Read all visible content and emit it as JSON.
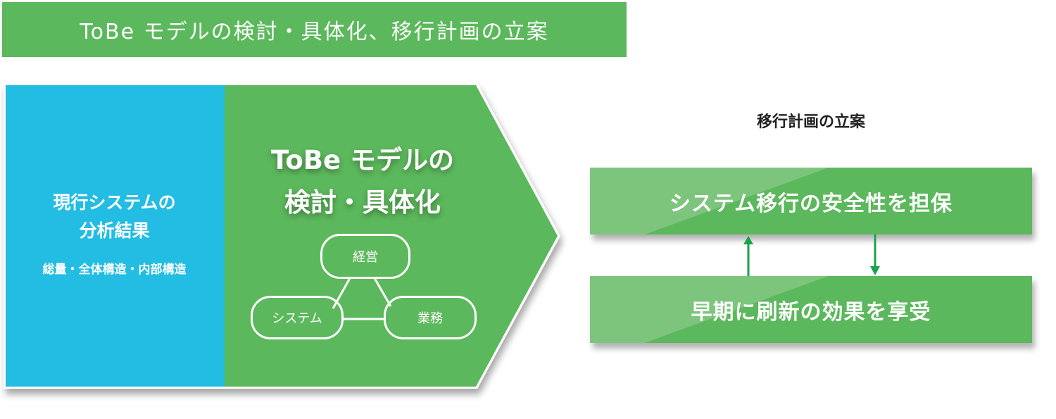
{
  "banner": {
    "title": "ToBe モデルの検討・具体化、移行計画の立案"
  },
  "current": {
    "title_line1": "現行システムの",
    "title_line2": "分析結果",
    "subtitle": "総量・全体構造・内部構造"
  },
  "tobe": {
    "title_line1": "ToBe モデルの",
    "title_line2": "検討・具体化",
    "nodes": [
      "経営",
      "システム",
      "業務"
    ]
  },
  "plan": {
    "title": "移行計画の立案",
    "boxes": [
      "システム移行の安全性を担保",
      "早期に刷新の効果を享受"
    ]
  },
  "colors": {
    "green": "#5cb85c",
    "blue": "#23bde3",
    "arrow": "#1aa34a"
  }
}
